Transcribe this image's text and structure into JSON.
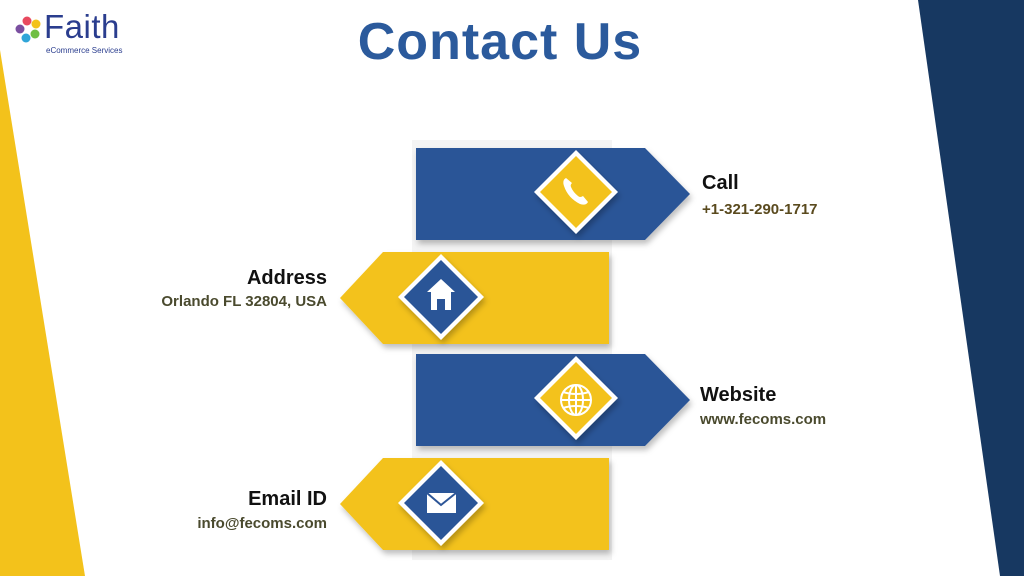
{
  "logo": {
    "name": "Faith",
    "tagline": "eCommerce Services"
  },
  "page": {
    "title": "Contact Us"
  },
  "contacts": [
    {
      "label": "Call",
      "value": "+1-321-290-1717",
      "icon": "phone-icon"
    },
    {
      "label": "Address",
      "value": "Orlando FL 32804, USA",
      "icon": "home-icon"
    },
    {
      "label": "Website",
      "value": "www.fecoms.com",
      "icon": "globe-icon"
    },
    {
      "label": "Email ID",
      "value": "info@fecoms.com",
      "icon": "mail-icon"
    }
  ],
  "colors": {
    "blue": "#2c5597",
    "yellow": "#f3c21b",
    "navy": "#173861",
    "title": "#2b5a9c"
  }
}
